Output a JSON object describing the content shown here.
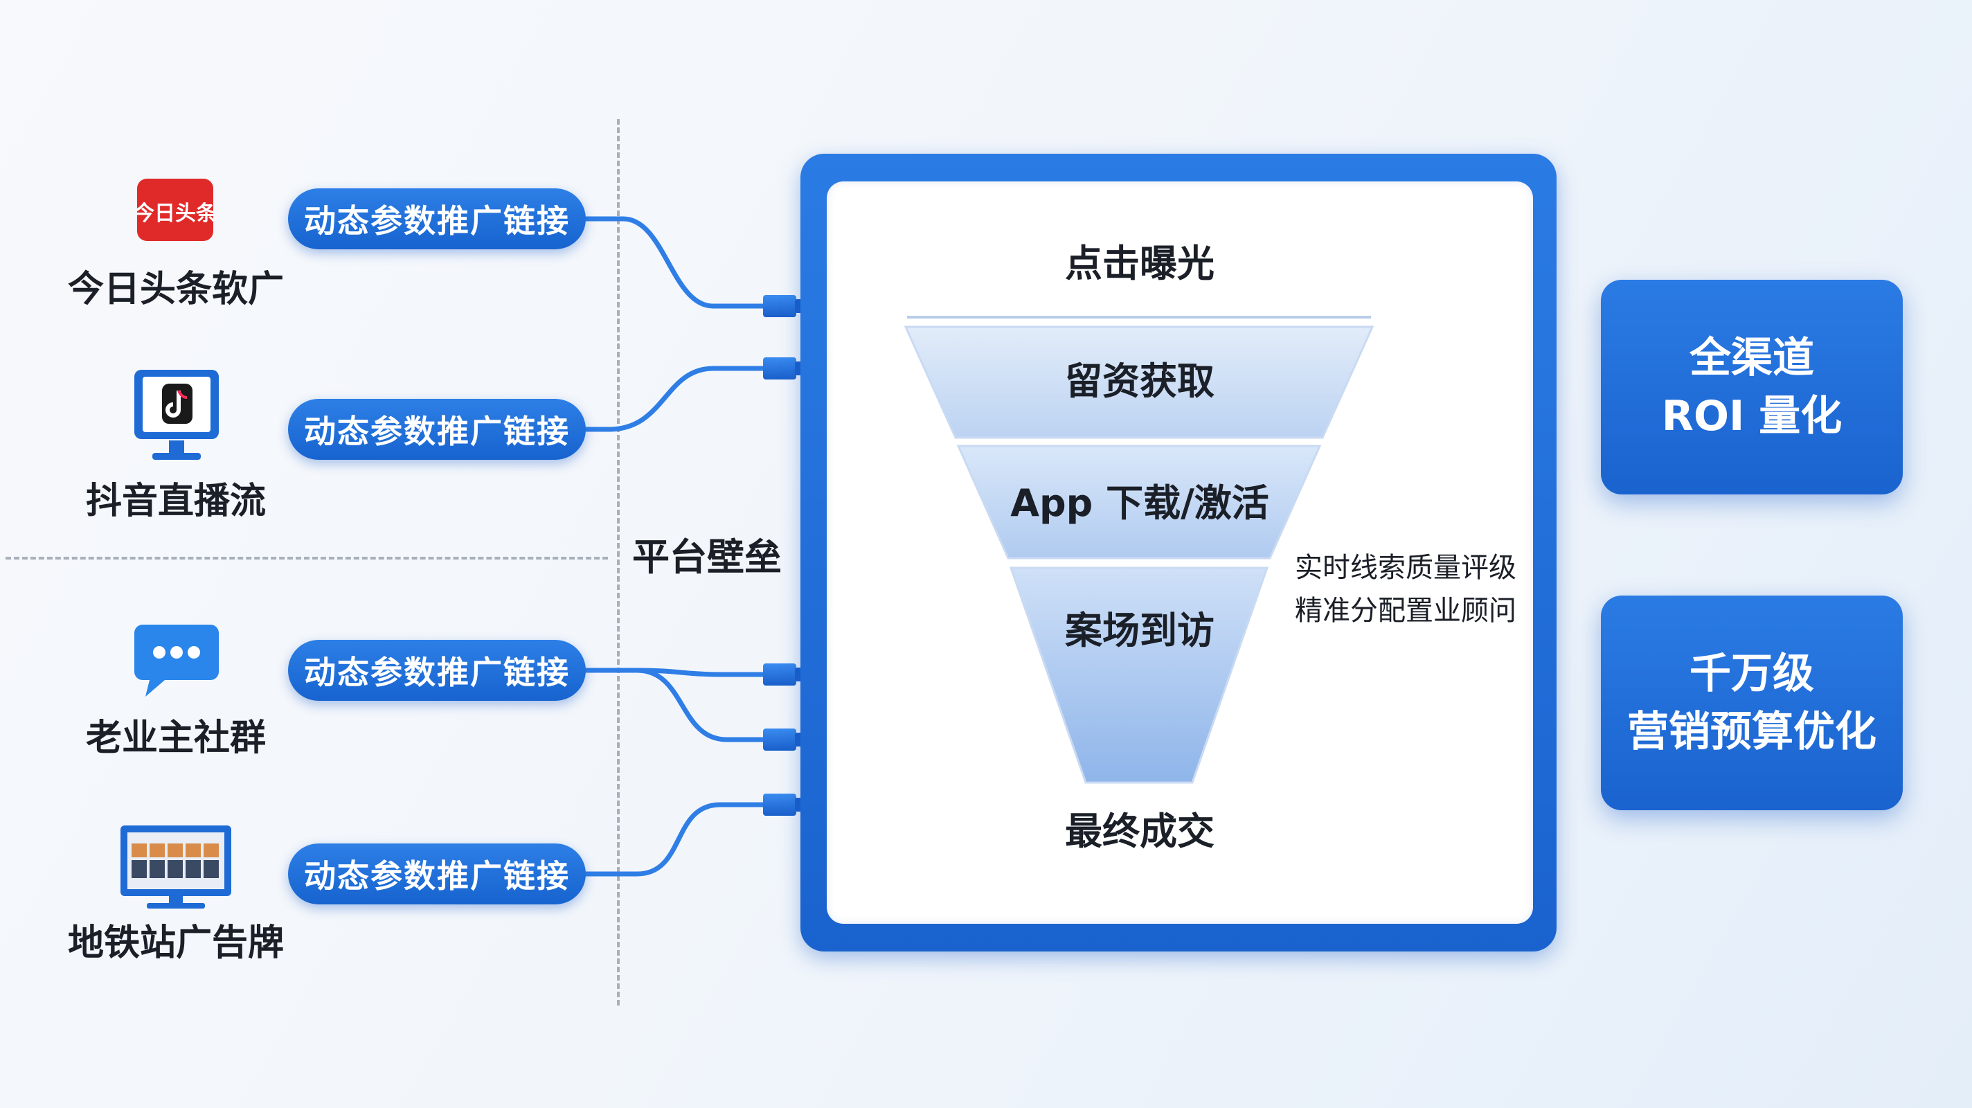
{
  "channels": [
    {
      "label": "今日头条软广",
      "icon": "toutiao-logo",
      "icon_text": "今日头条"
    },
    {
      "label": "抖音直播流",
      "icon": "douyin-monitor-icon"
    },
    {
      "label": "老业主社群",
      "icon": "chat-bubble-icon"
    },
    {
      "label": "地铁站广告牌",
      "icon": "subway-billboard-icon"
    }
  ],
  "link_pill_label": "动态参数推广链接",
  "platform_wall_label": "平台壁垒",
  "funnel": {
    "top": "点击曝光",
    "stages": [
      "留资获取",
      "App 下载/激活",
      "案场到访"
    ],
    "bottom": "最终成交",
    "side_note": [
      "实时线索质量评级",
      "精准分配置业顾问"
    ]
  },
  "results": [
    {
      "line1": "全渠道",
      "line2": "ROI 量化"
    },
    {
      "line1": "千万级",
      "line2": "营销预算优化"
    }
  ],
  "colors": {
    "primary_blue": "#1a63cf",
    "funnel_light": "#d6e5f8",
    "logo_red": "#e02a2a"
  }
}
